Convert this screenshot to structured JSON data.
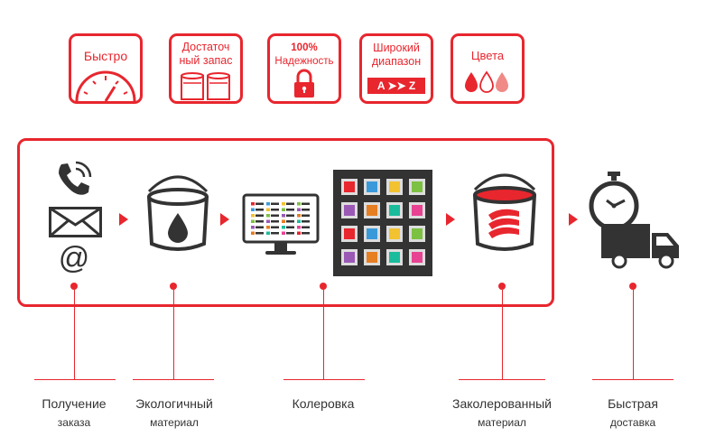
{
  "colors": {
    "accent": "#e8262e",
    "icon": "#333333",
    "text": "#333333"
  },
  "badges": [
    {
      "label": "Быстро",
      "icon": "speedometer-icon"
    },
    {
      "label": "Достаточный запас",
      "line1": "Достаточ",
      "line2": "ный запас",
      "icon": "paint-cans-icon"
    },
    {
      "label": "100% Надежность",
      "line1": "100%",
      "line2": "Надежность",
      "icon": "padlock-icon"
    },
    {
      "label": "Широкий диапазон",
      "line1": "Широкий",
      "line2": "диапазон",
      "range": "A ➤➤ Z",
      "icon": "a-to-z-icon"
    },
    {
      "label": "Цвета",
      "icon": "color-drops-icon"
    }
  ],
  "steps": [
    {
      "line1": "Получение",
      "line2": "заказа",
      "icons": [
        "phone-icon",
        "envelope-icon",
        "at-sign-icon"
      ],
      "at_glyph": "@"
    },
    {
      "line1": "Экологичный",
      "line2": "материал",
      "icons": [
        "paint-can-drop-icon"
      ]
    },
    {
      "line1": "Колеровка",
      "line2": "",
      "icons": [
        "monitor-icon",
        "tinting-machine-icon"
      ]
    },
    {
      "line1": "Заколерованный",
      "line2": "материал",
      "icons": [
        "tinted-paint-can-icon"
      ]
    },
    {
      "line1": "Быстрая",
      "line2": "доставка",
      "icons": [
        "stopwatch-icon",
        "delivery-truck-icon"
      ]
    }
  ]
}
